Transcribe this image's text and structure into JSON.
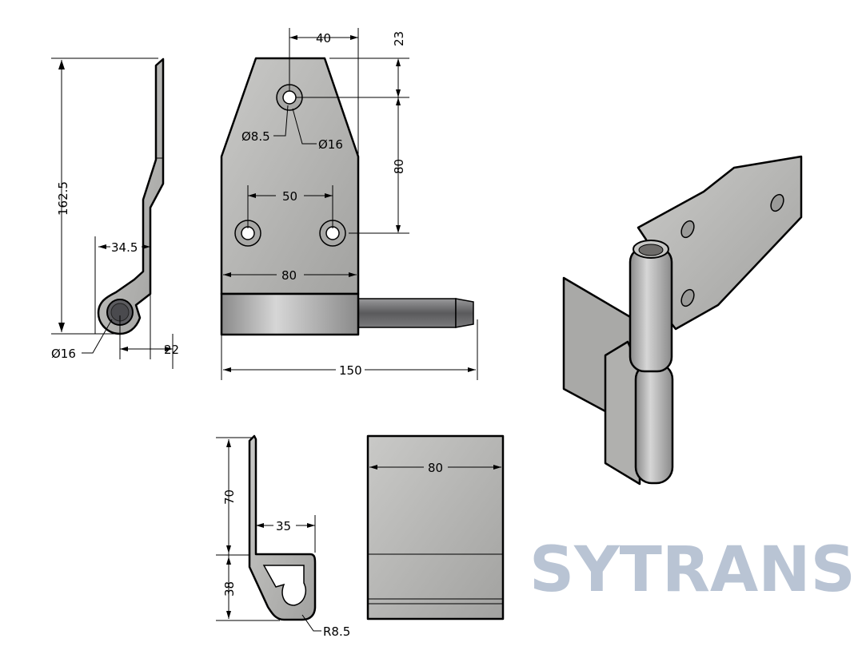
{
  "watermark": "SYTRANS",
  "colors": {
    "metal": "#b8b8b6",
    "metal_dark": "#8a8a88",
    "pin": "#6e6e70",
    "watermark": "#8fa0b8"
  },
  "side_view": {
    "height": "162.5",
    "offset": "34.5",
    "pin_diameter": "Ø16",
    "pin_offset": "22"
  },
  "front_view": {
    "top_hole_offset": "40",
    "top_margin": "23",
    "hole_diameter": "Ø8.5",
    "countersink_diameter": "Ø16",
    "hole_spacing_vertical": "80",
    "hole_spacing_horizontal": "50",
    "width": "80",
    "overall_length": "150"
  },
  "bottom_side_view": {
    "upper_height": "70",
    "lower_height": "38",
    "depth": "35",
    "radius": "R8.5"
  },
  "bottom_front_view": {
    "width": "80"
  }
}
